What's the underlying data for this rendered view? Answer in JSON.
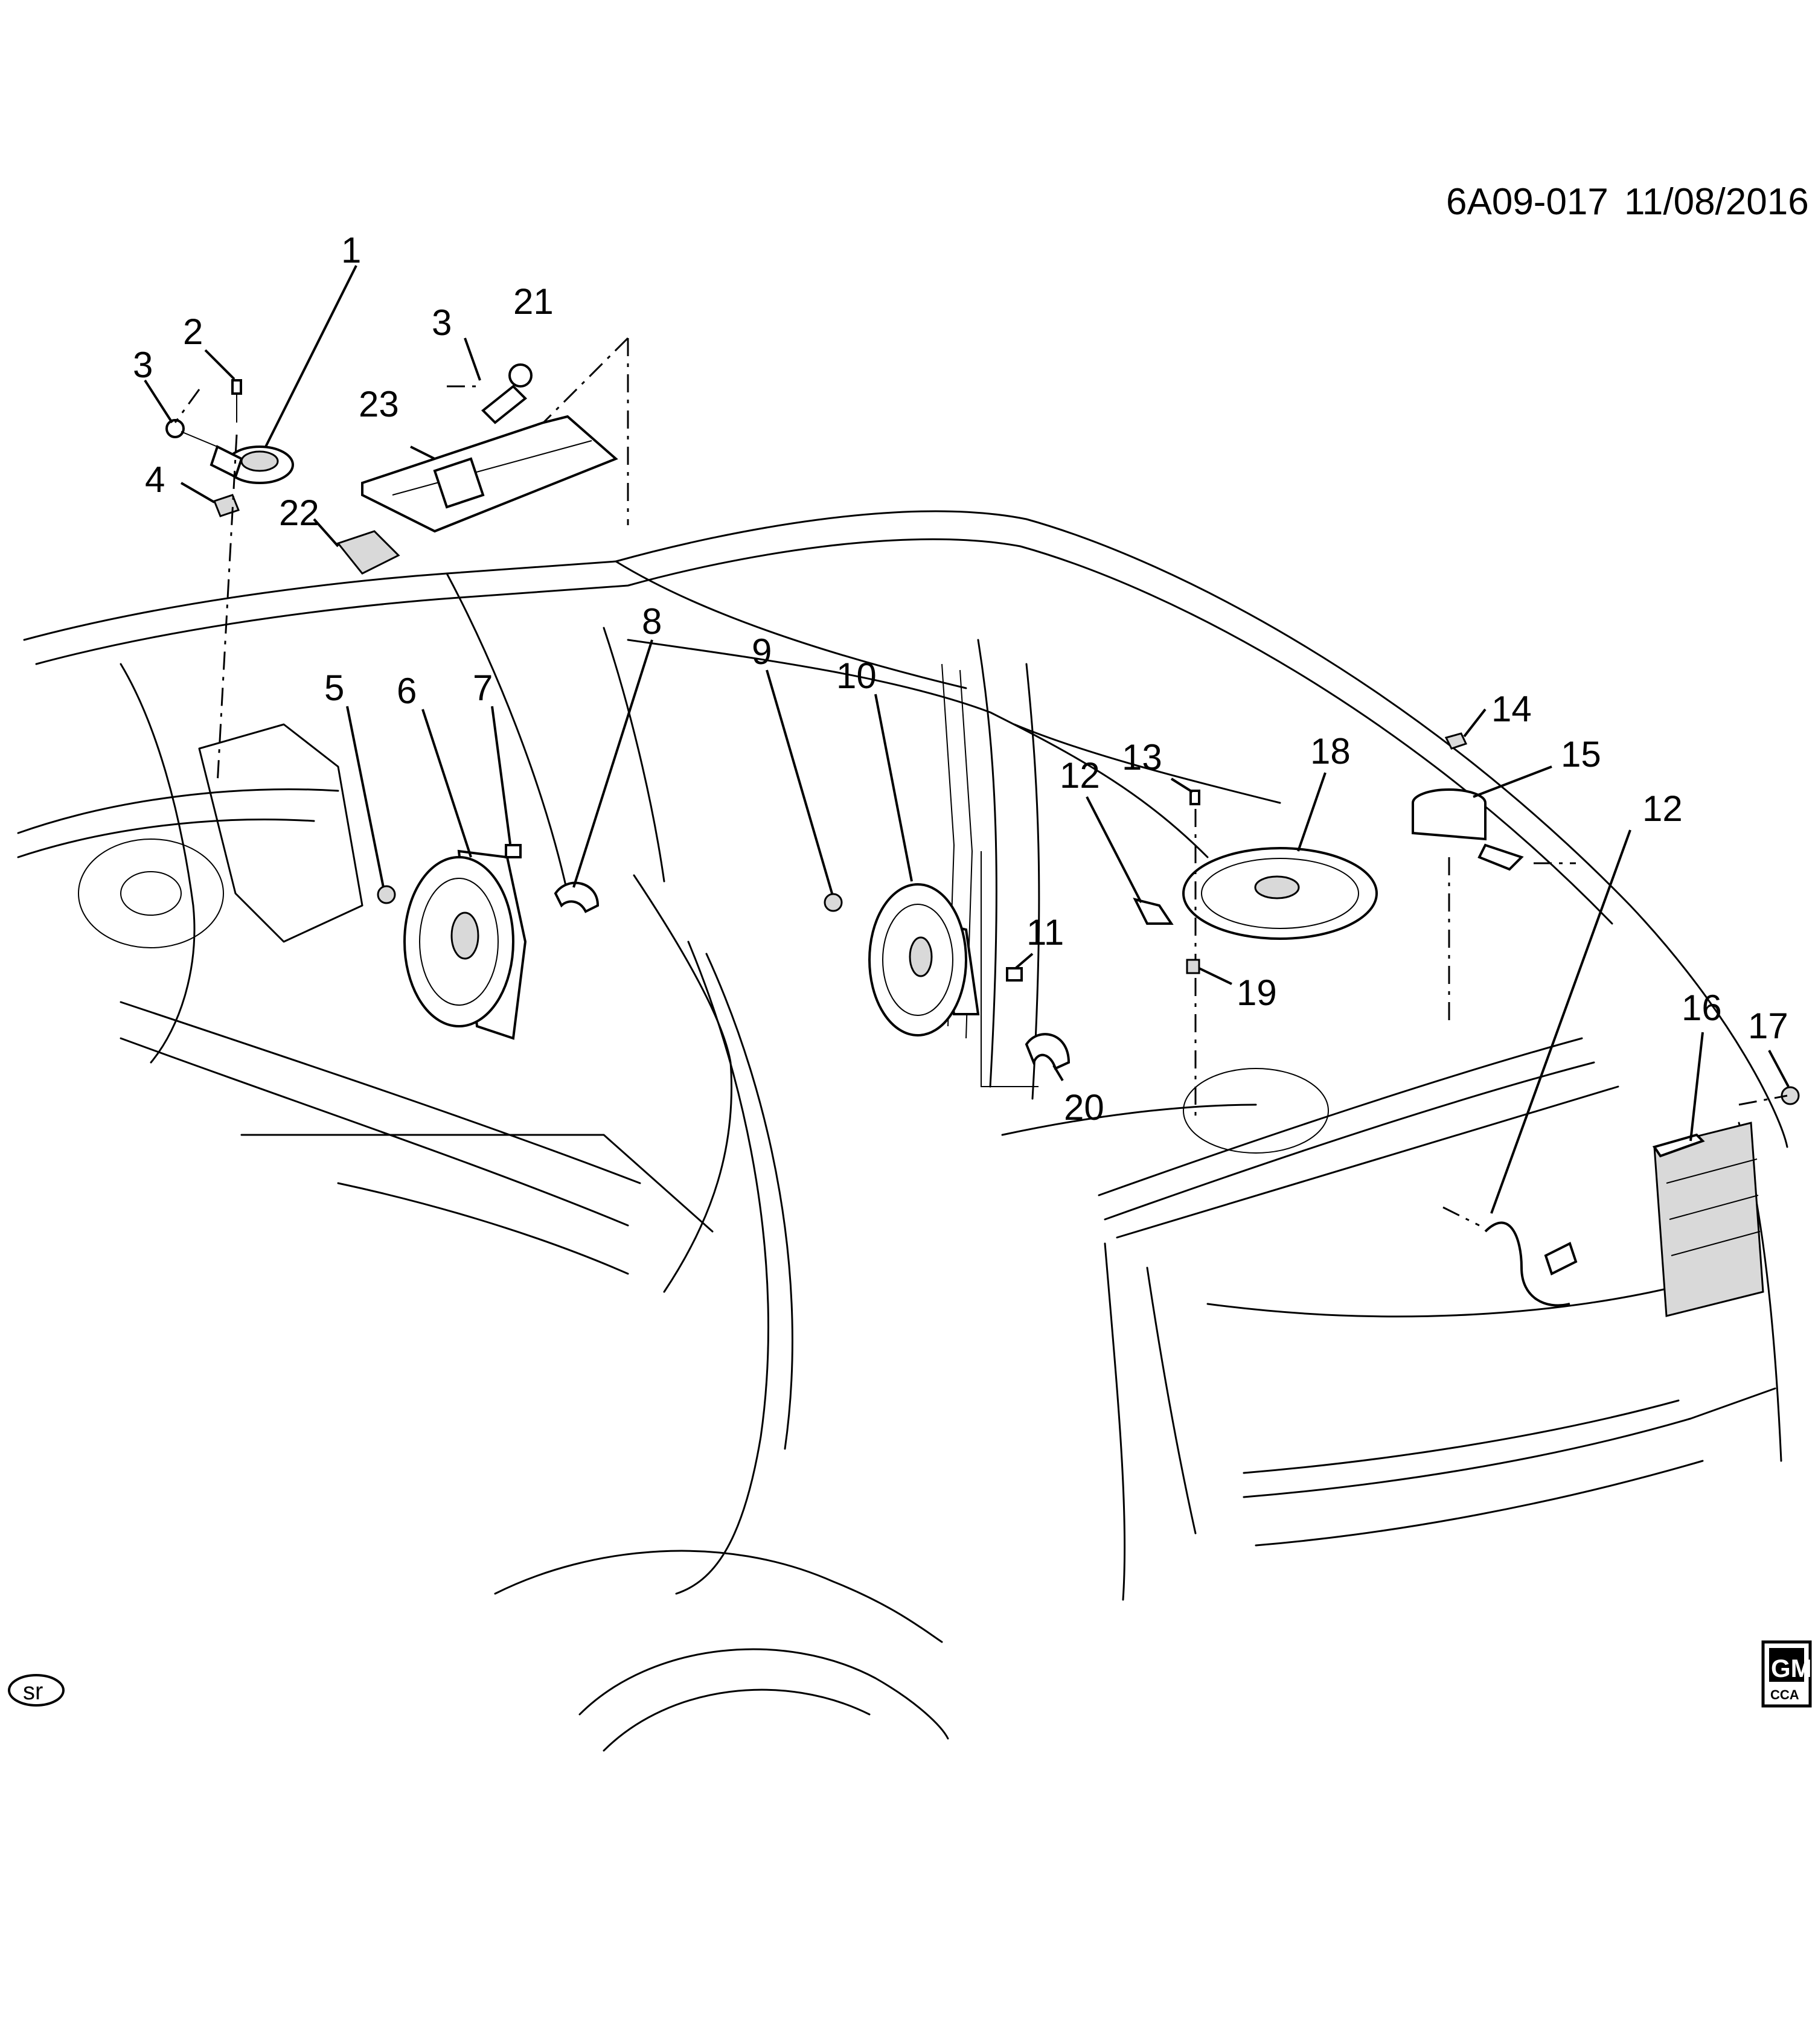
{
  "diagram": {
    "code": "6A09-017",
    "date": "11/08/2016",
    "badge": "sr",
    "logo": {
      "brand": "GM",
      "sub": "CCA"
    },
    "callouts": [
      {
        "id": "c1",
        "label": "1"
      },
      {
        "id": "c2",
        "label": "2"
      },
      {
        "id": "c3a",
        "label": "3"
      },
      {
        "id": "c3b",
        "label": "3"
      },
      {
        "id": "c4",
        "label": "4"
      },
      {
        "id": "c5",
        "label": "5"
      },
      {
        "id": "c6",
        "label": "6"
      },
      {
        "id": "c7",
        "label": "7"
      },
      {
        "id": "c8",
        "label": "8"
      },
      {
        "id": "c9",
        "label": "9"
      },
      {
        "id": "c10",
        "label": "10"
      },
      {
        "id": "c11",
        "label": "11"
      },
      {
        "id": "c12a",
        "label": "12"
      },
      {
        "id": "c12b",
        "label": "12"
      },
      {
        "id": "c13",
        "label": "13"
      },
      {
        "id": "c14",
        "label": "14"
      },
      {
        "id": "c15",
        "label": "15"
      },
      {
        "id": "c16",
        "label": "16"
      },
      {
        "id": "c17",
        "label": "17"
      },
      {
        "id": "c18",
        "label": "18"
      },
      {
        "id": "c19",
        "label": "19"
      },
      {
        "id": "c20",
        "label": "20"
      },
      {
        "id": "c21",
        "label": "21"
      },
      {
        "id": "c22",
        "label": "22"
      },
      {
        "id": "c23",
        "label": "23"
      }
    ]
  }
}
